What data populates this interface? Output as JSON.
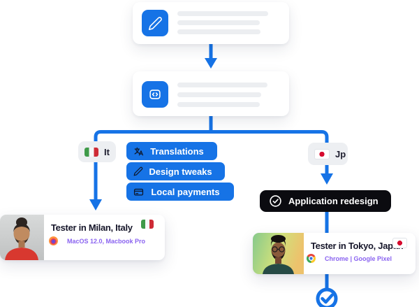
{
  "colors": {
    "accent_blue": "#1673e6",
    "dark_pill_bg": "#0b0b10",
    "badge_bg": "#edeff2",
    "placeholder_gray": "#eceef1",
    "title_text": "#17172b",
    "device_text_purple": "#8a63f0"
  },
  "flow": {
    "step1": {
      "icon": "pen-icon",
      "placeholder_lines": 3
    },
    "step2": {
      "icon": "code-icon",
      "placeholder_lines": 3
    }
  },
  "left_branch": {
    "badge": {
      "label": "It",
      "flag": "italy-flag"
    },
    "pills": [
      {
        "label": "Translations",
        "icon": "translate-icon"
      },
      {
        "label": "Design tweaks",
        "icon": "pen-icon"
      },
      {
        "label": "Local payments",
        "icon": "credit-card-icon"
      }
    ],
    "tester": {
      "title": "Tester in Milan, Italy",
      "device": "MacOS 12.0, Macbook Pro",
      "browser_icon": "firefox-icon",
      "flag": "italy-flag"
    }
  },
  "right_branch": {
    "badge": {
      "label": "Jp",
      "flag": "japan-flag"
    },
    "task": {
      "label": "Application redesign",
      "icon": "check-circle-icon"
    },
    "tester": {
      "title": "Tester in Tokyo, Japan",
      "device": "Chrome | Google Pixel",
      "browser_icon": "chrome-icon",
      "flag": "japan-flag"
    }
  }
}
